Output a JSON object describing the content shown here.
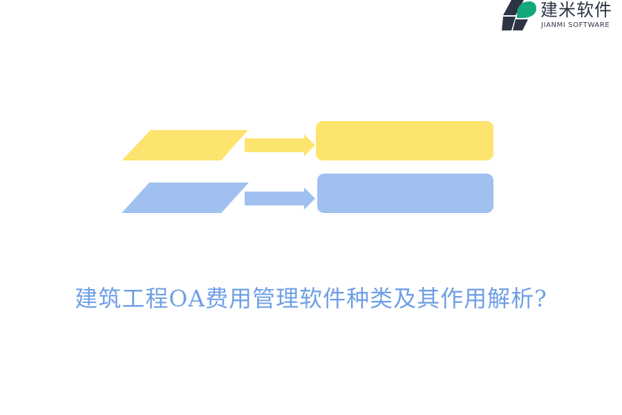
{
  "logo": {
    "name": "建米软件",
    "subtitle": "JIANMI SOFTWARE"
  },
  "title": "建筑工程OA费用管理软件种类及其作用解析?",
  "colors": {
    "yellow": "#fde46f",
    "blue": "#a0c0ef",
    "title": "#6f9fe6",
    "logo_dark": "#2d3444",
    "logo_green": "#12a87a"
  }
}
